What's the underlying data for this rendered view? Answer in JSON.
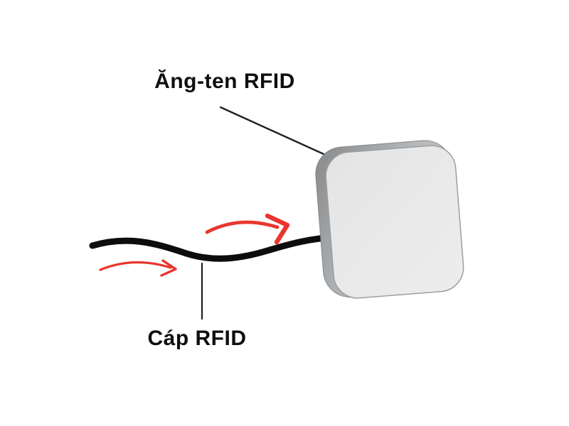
{
  "diagram": {
    "title_context": "RFID antenna and cable diagram",
    "labels": {
      "antenna": "Ăng-ten RFID",
      "cable": "Cáp RFID"
    },
    "colors": {
      "background": "#ffffff",
      "text": "#0f0f0f",
      "arrow_red": "#e8362e",
      "cable_black": "#0d0d0d",
      "leader_line": "#1f1f1f",
      "device_face": "#e9e9e9",
      "device_face_edge": "#9b9ea0",
      "device_side_dark": "#8e9092",
      "device_side_light": "#d2d4d5"
    },
    "icons": {
      "arrow_small": "curved-arrow-icon",
      "arrow_large": "curved-arrow-icon"
    }
  }
}
